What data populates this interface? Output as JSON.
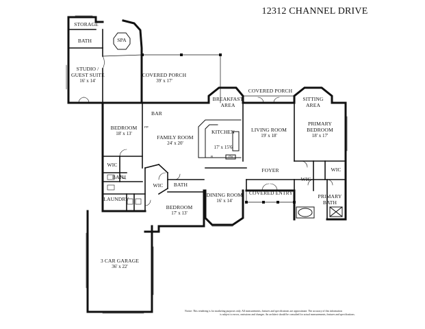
{
  "title": "12312 CHANNEL DRIVE",
  "rooms": {
    "storage": {
      "name": "STORAGE"
    },
    "bath_top": {
      "name": "BATH"
    },
    "spa": {
      "name": "SPA"
    },
    "studio": {
      "name": "STUDIO /",
      "name2": "GUEST SUITE",
      "dims": "16' x 14'"
    },
    "covered_porch": {
      "name": "COVERED PORCH",
      "dims": "39' x 17'"
    },
    "breakfast": {
      "name": "BREAKFAST",
      "name2": "AREA"
    },
    "covered_porch2": {
      "name": "COVERED PORCH"
    },
    "sitting": {
      "name": "SITTING",
      "name2": "AREA"
    },
    "bar": {
      "name": "BAR"
    },
    "bedroom1": {
      "name": "BEDROOM",
      "dims": "18' x 13'"
    },
    "family": {
      "name": "FAMILY ROOM",
      "dims": "24' x 20'"
    },
    "kitchen": {
      "name": "KITCHEN",
      "dims": "17' x 15'6"
    },
    "living": {
      "name": "LIVING ROOM",
      "dims": "19' x 18'"
    },
    "primary_bed": {
      "name": "PRIMARY",
      "name2": "BEDROOM",
      "dims": "18' x 17'"
    },
    "wic1": {
      "name": "WIC"
    },
    "bath2": {
      "name": "BATH"
    },
    "wic2": {
      "name": "WIC"
    },
    "bath3": {
      "name": "BATH"
    },
    "foyer": {
      "name": "FOYER"
    },
    "wic3": {
      "name": "WIC"
    },
    "wic4": {
      "name": "WIC"
    },
    "dining": {
      "name": "DINING ROOM",
      "dims": "16' x 14'"
    },
    "covered_entry": {
      "name": "COVERED ENTRY"
    },
    "primary_bath": {
      "name": "PRIMARY",
      "name2": "BATH"
    },
    "laundry": {
      "name": "LAUNDRY"
    },
    "bedroom2": {
      "name": "BEDROOM",
      "dims": "17' x 13'"
    },
    "garage": {
      "name": "3 CAR GARAGE",
      "dims": "36' x 22'"
    }
  },
  "fixtures": {
    "fp": "FP",
    "r": "R",
    "ov": "OV"
  },
  "notice": {
    "line1": "Notice: This rendering is for marketing purposes only. All measurements, features and specifications are approximate. The accuracy of this information",
    "line2": "is subject to errors, omissions and changes. An architect should be consulted for actual measurements, features and specifications."
  }
}
